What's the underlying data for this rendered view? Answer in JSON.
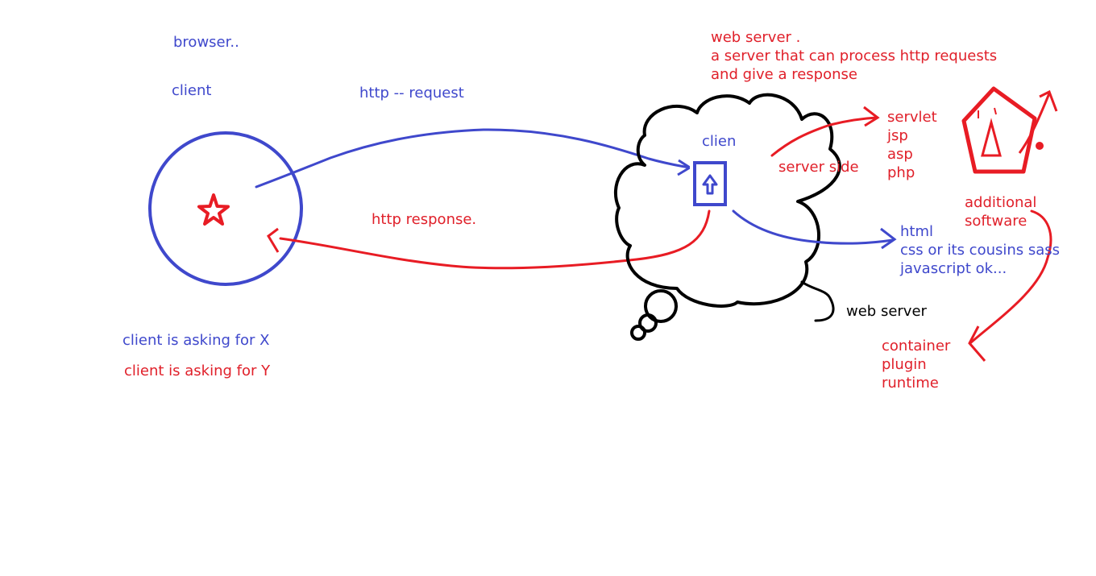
{
  "colors": {
    "blue": "#3f48cc",
    "red": "#e81c24",
    "black": "#000000"
  },
  "labels": {
    "browser": "browser..",
    "client": "client",
    "http_request": "http -- request",
    "http_response": "http response.",
    "client_asking_x": "client is asking for X",
    "client_asking_y": "client is asking for Y",
    "web_server_title": "web server .",
    "web_server_desc_1": "a  server that can process http requests",
    "web_server_desc_2": "and give a response",
    "server_side": "server side",
    "cloud_client": "clien",
    "server_tech": [
      "servlet",
      "jsp",
      "asp",
      "php"
    ],
    "additional_software": [
      "additional",
      "software"
    ],
    "web_content": [
      "html",
      "css or its cousins sass",
      "javascript ok..."
    ],
    "web_server_label": "web server",
    "runtime_terms": [
      "container",
      "plugin",
      "runtime"
    ]
  },
  "icons": {
    "client_circle": "circle-icon",
    "client_star": "star-icon",
    "server_cloud": "cloud-icon",
    "upload_box": "upload-arrow-icon",
    "pentagon": "pentagon-icon",
    "small_star": "star-icon"
  }
}
